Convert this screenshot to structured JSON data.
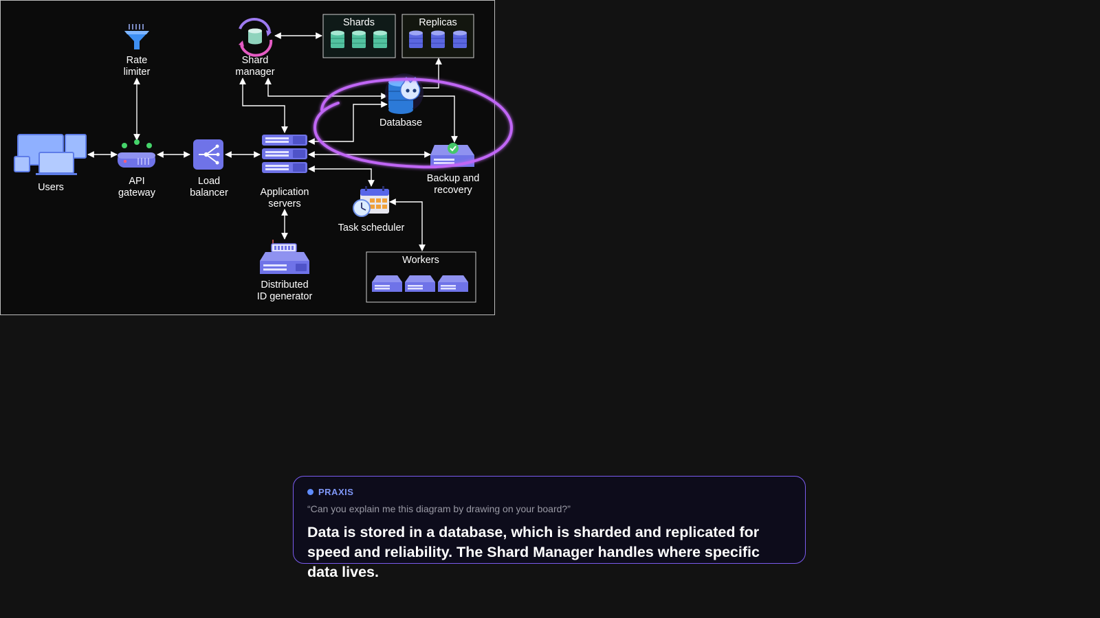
{
  "diagram": {
    "nodes": {
      "rate_limiter": "Rate\nlimiter",
      "shard_manager": "Shard\nmanager",
      "users": "Users",
      "api_gateway": "API\ngateway",
      "load_balancer": "Load\nbalancer",
      "app_servers": "Application\nservers",
      "database": "Database",
      "backup_recovery": "Backup and\nrecovery",
      "task_scheduler": "Task scheduler",
      "distributed_id": "Distributed\nID generator"
    },
    "groups": {
      "shards": "Shards",
      "replicas": "Replicas",
      "workers": "Workers"
    },
    "highlight": {
      "target": "database",
      "color": "#c066f5"
    }
  },
  "assistant": {
    "name": "PRAXIS",
    "question": "“Can you explain me this diagram by drawing on your board?”",
    "answer": "Data is stored in a database, which is sharded and replicated for speed and reliability. The Shard Manager handles where specific data lives."
  },
  "colors": {
    "background": "#121212",
    "accent": "#7b5cf0",
    "node_fill": "#6f73e8",
    "shard_fill": "#53c2a0",
    "replica_fill": "#5b67e0"
  }
}
